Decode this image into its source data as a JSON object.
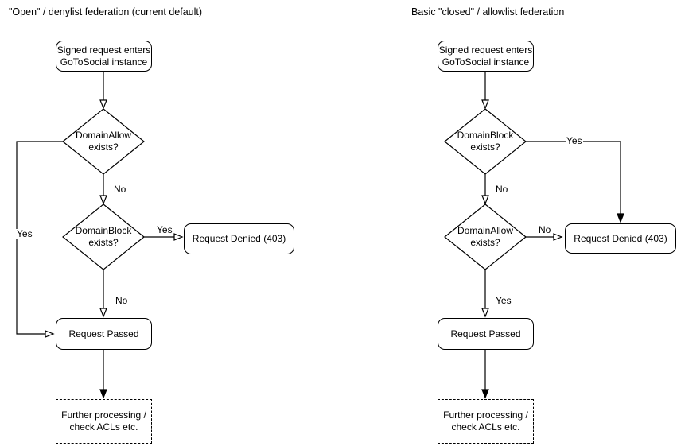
{
  "colors": {
    "stroke": "#000000",
    "background": "#ffffff"
  },
  "charts": {
    "left": {
      "title": "\"Open\" / denylist federation (current default)",
      "nodes": {
        "start": "Signed request enters\nGoToSocial instance",
        "decision1": "DomainAllow\nexists?",
        "decision2": "DomainBlock\nexists?",
        "denied": "Request Denied (403)",
        "passed": "Request Passed",
        "further": "Further processing /\ncheck ACLs etc."
      },
      "labels": {
        "d1_yes": "Yes",
        "d1_no": "No",
        "d2_yes": "Yes",
        "d2_no": "No"
      }
    },
    "right": {
      "title": "Basic \"closed\" / allowlist federation",
      "nodes": {
        "start": "Signed request enters\nGoToSocial instance",
        "decision1": "DomainBlock\nexists?",
        "decision2": "DomainAllow\nexists?",
        "denied": "Request Denied (403)",
        "passed": "Request Passed",
        "further": "Further processing /\ncheck ACLs etc."
      },
      "labels": {
        "d1_yes": "Yes",
        "d1_no": "No",
        "d2_no": "No",
        "d2_yes": "Yes"
      }
    }
  }
}
